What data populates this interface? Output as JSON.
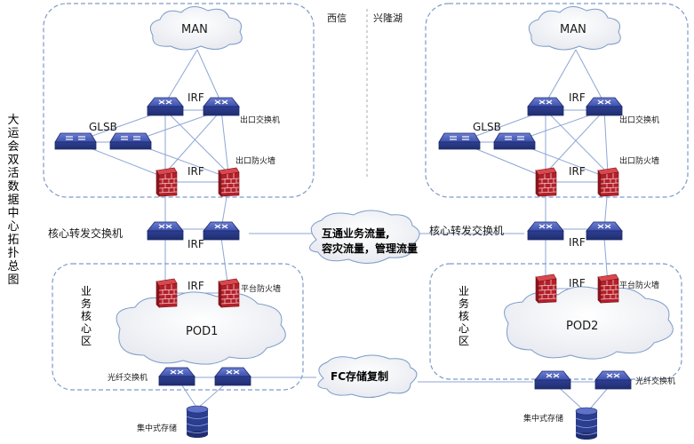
{
  "title": "大运会双活数据中心拓扑总图",
  "sites": {
    "left": "西信",
    "right": "兴隆湖"
  },
  "labels": {
    "man": "MAN",
    "irf": "IRF",
    "glsb": "GLSB",
    "exit_switch": "出口交换机",
    "exit_firewall": "出口防火墙",
    "core_switch": "核心转发交换机",
    "platform_firewall": "平台防火墙",
    "biz_core": "业务核心区",
    "pod1": "POD1",
    "pod2": "POD2",
    "fiber_switch": "光纤交换机",
    "central_storage": "集中式存储"
  },
  "interconnect": {
    "line1": "互通业务流量,",
    "line2": "容灾流量，管理流量",
    "fc": "FC存储复制"
  },
  "colors": {
    "device_blue": "#2b3d8f",
    "device_top": "#5a6cc4",
    "firewall_red": "#b3202a",
    "zone_border": "#7d9bc9",
    "link": "#8ea6d6"
  }
}
